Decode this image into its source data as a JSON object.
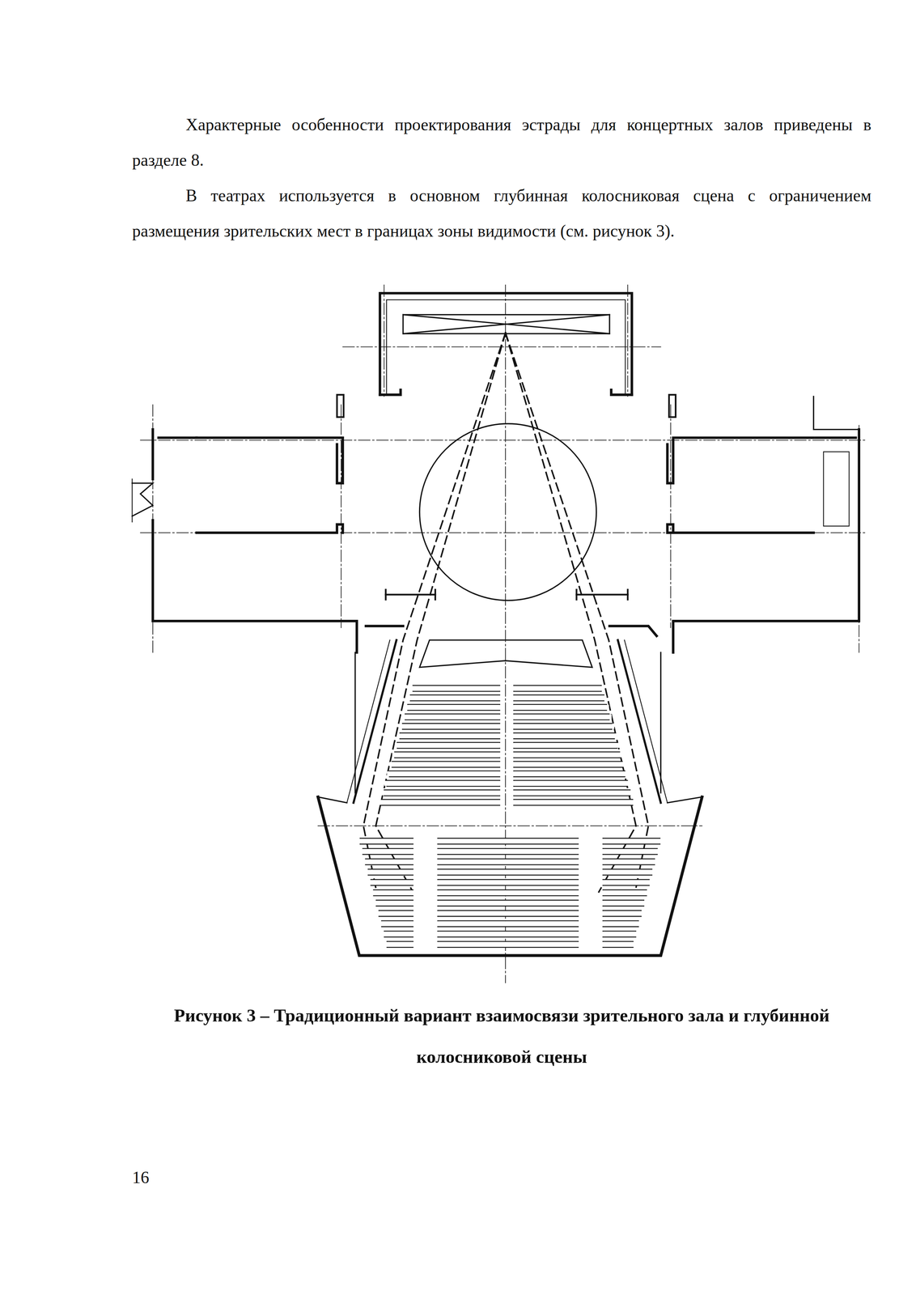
{
  "diagram": {
    "caption": "Рисунок 3 – Традиционный вариант взаимосвязи зрительного зала и глубинной колосниковой сцены",
    "labels": [
      "Характерные особенности проектирования эстрады для концертных залов приведены в разделе 8.",
      "В театрах используется в основном глубинная колосниковая сцена с ограничением размещения зрительских мест в границах зоны видимости (см. рисунок 3).",
      "16"
    ]
  }
}
